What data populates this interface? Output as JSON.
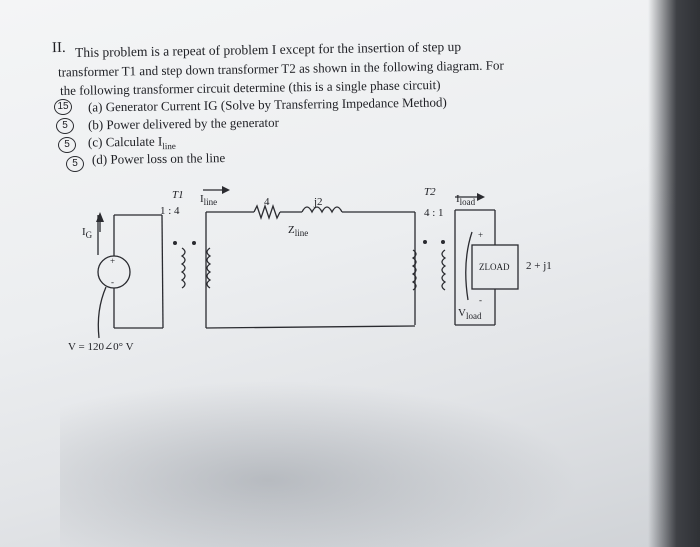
{
  "problem": {
    "number": "II.",
    "line1": "This problem is a repeat of problem I except for the insertion of step up",
    "line2": "transformer T1 and step down transformer T2 as shown in the following diagram. For",
    "line3": "the following transformer circuit determine (this is a single phase circuit)"
  },
  "parts": [
    {
      "points": "15",
      "label": "(a) Generator Current IG (Solve by Transferring Impedance Method)"
    },
    {
      "points": "5",
      "label": "(b) Power delivered by the generator"
    },
    {
      "points": "5",
      "label": "(c) Calculate I",
      "sub": "line"
    },
    {
      "points": "5",
      "label": "(d) Power loss on the line"
    }
  ],
  "circuit": {
    "t1": "T1",
    "t1_ratio": "1 : 4",
    "i_line": "I",
    "i_line_sub": "line",
    "r_value": "4",
    "x_value": "j2",
    "z_line": "Z",
    "z_line_sub": "line",
    "t2": "T2",
    "t2_ratio": "4 : 1",
    "i_load": "I",
    "i_load_sub": "load",
    "i_g": "I",
    "i_g_sub": "G",
    "plus": "+",
    "minus": "-",
    "z_load": "ZLOAD",
    "z_load_value": "2 + j1",
    "v_load": "V",
    "v_load_sub": "load",
    "source_voltage": "V = 120∠0° V"
  }
}
